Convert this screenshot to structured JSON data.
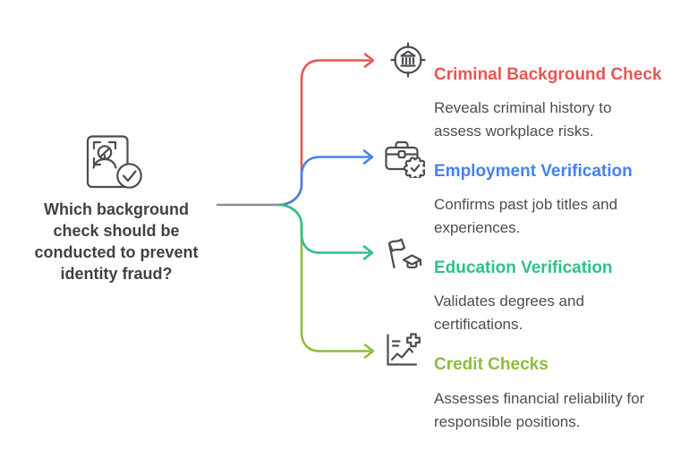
{
  "colors": {
    "background": "#ffffff",
    "trunk": "#8a9097",
    "icon_stroke": "#4a4d52",
    "question_text": "#3f4145",
    "body_text": "#4d4d4d",
    "red": "#e65752",
    "blue": "#4581ef",
    "green": "#2ec186",
    "lime": "#8cbd3f"
  },
  "question": {
    "icon": "id-card-verified-icon",
    "lines": [
      "Which background",
      "check should be",
      "conducted to prevent",
      "identity fraud?"
    ]
  },
  "sections": [
    {
      "title": "Criminal Background Check",
      "description": "Reveals criminal history to assess workplace risks.",
      "color": "#e65752",
      "icon": "bank-target-icon"
    },
    {
      "title": "Employment Verification",
      "description": "Confirms past job titles and experiences.",
      "color": "#4581ef",
      "icon": "briefcase-badge-icon"
    },
    {
      "title": "Education Verification",
      "description": "Validates degrees and certifications.",
      "color": "#2ec186",
      "icon": "flag-graduation-icon"
    },
    {
      "title": "Credit Checks",
      "description": "Assesses financial reliability for responsible positions.",
      "color": "#8cbd3f",
      "icon": "credit-chart-icon"
    }
  ]
}
